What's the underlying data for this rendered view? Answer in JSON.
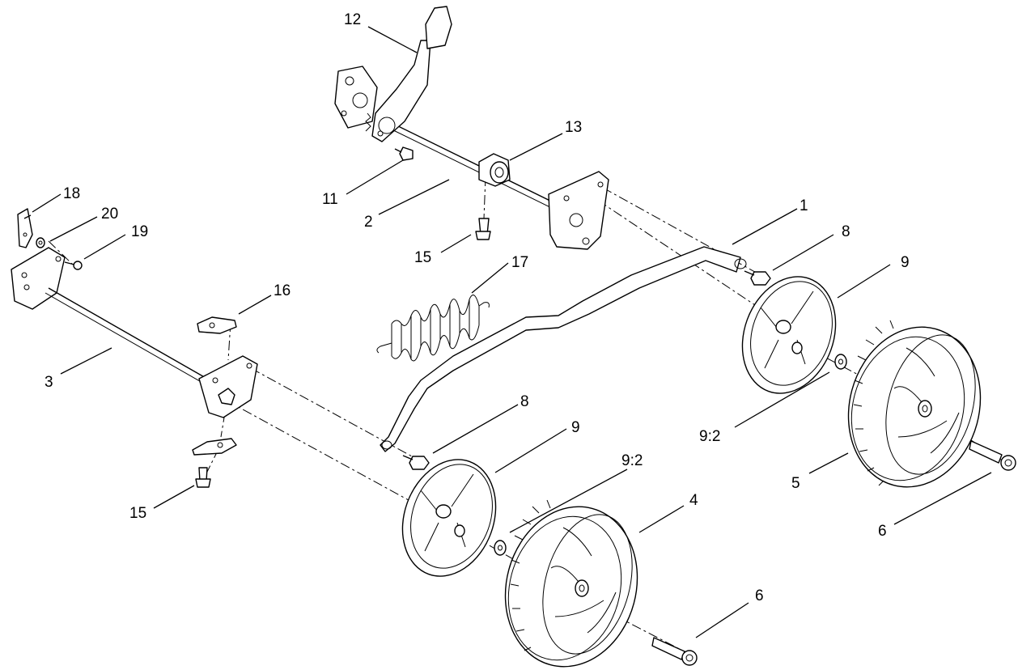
{
  "callouts": {
    "c1": "1",
    "c2": "2",
    "c3": "3",
    "c4": "4",
    "c5": "5",
    "c6a": "6",
    "c6b": "6",
    "c8a": "8",
    "c8b": "8",
    "c9a": "9",
    "c9b": "9",
    "c92a": "9:2",
    "c92b": "9:2",
    "c11": "11",
    "c12": "12",
    "c13": "13",
    "c15a": "15",
    "c15b": "15",
    "c16": "16",
    "c17": "17",
    "c18": "18",
    "c19": "19",
    "c20": "20"
  }
}
